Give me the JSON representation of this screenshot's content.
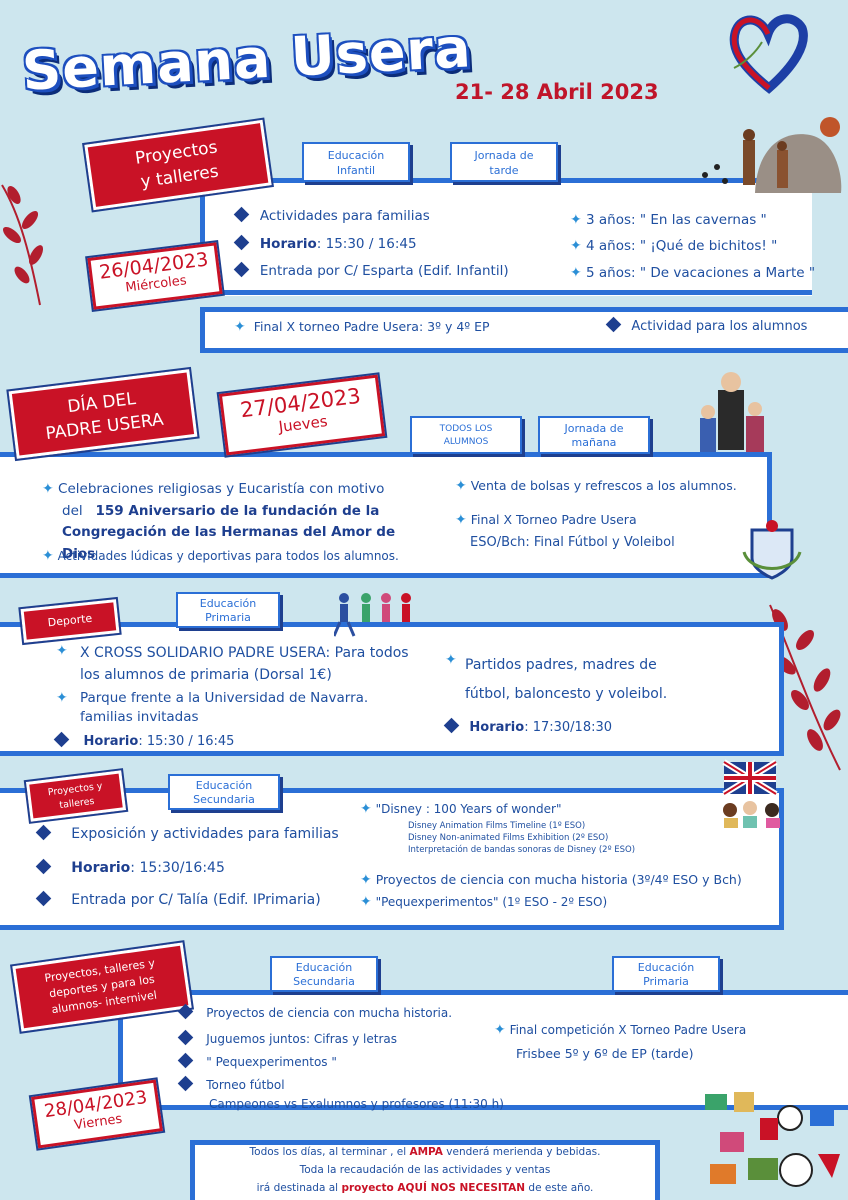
{
  "header": {
    "title": "Semana Usera",
    "dates": "21- 28 Abril 2023"
  },
  "s1": {
    "tag": [
      "Proyectos",
      "y talleres"
    ],
    "date": "26/04/2023",
    "day": "Miércoles",
    "chip1": [
      "Educación",
      "Infantil"
    ],
    "chip2": [
      "Jornada de",
      "tarde"
    ],
    "left": [
      "Actividades para  familias",
      "Horario",
      ": 15:30 / 16:45",
      "Entrada por C/ Esparta (Edif. Infantil)"
    ],
    "right": [
      "3 años: \" En las cavernas \"",
      "4 años: \" ¡Qué de bichitos! \"",
      "5 años: \" De vacaciones a Marte \""
    ],
    "bar": [
      "Final X torneo Padre Usera: 3º y 4º EP",
      "Actividad para los alumnos"
    ]
  },
  "s2": {
    "tag": [
      "DÍA DEL",
      "PADRE  USERA"
    ],
    "date": "27/04/2023",
    "day": "Jueves",
    "chip1": [
      "TODOS LOS",
      "ALUMNOS"
    ],
    "chip2": [
      "Jornada de",
      "mañana"
    ],
    "l1a": "Celebraciones religiosas y Eucaristía con motivo",
    "l1b": "del",
    "l1c": "159 Aniversario de la fundación de la",
    "l1d": "Congregación de las Hermanas del Amor de Dios",
    "l2": "Actividades lúdicas y deportivas para todos los alumnos.",
    "r1": "Venta de bolsas y refrescos a los alumnos.",
    "r2": "Final  X Torneo Padre Usera",
    "r3": "ESO/Bch: Final Fútbol y Voleibol"
  },
  "s3": {
    "tag": "Deporte",
    "chip": [
      "Educación",
      "Primaria"
    ],
    "l1": "X CROSS SOLIDARIO PADRE USERA: Para todos",
    "l2": "los alumnos de primaria (Dorsal 1€)",
    "l3": "Parque frente a la Universidad de Navarra.",
    "l4": "familias invitadas",
    "l5a": "Horario",
    "l5b": ": 15:30 / 16:45",
    "r1": "Partidos padres, madres de",
    "r2": "fútbol,  baloncesto y voleibol.",
    "r3a": "Horario",
    "r3b": ": 17:30/18:30"
  },
  "s4": {
    "tag": [
      "Proyectos y",
      "talleres"
    ],
    "chip": [
      "Educación",
      "Secundaria"
    ],
    "l1": "Exposición y actividades para  familias",
    "l2a": "Horario",
    "l2b": ": 15:30/16:45",
    "l3": "Entrada por C/ Talía (Edif. IPrimaria)",
    "r1": "\"Disney : 100 Years of wonder\"",
    "r1s": [
      "Disney Animation Films Timeline (1º ESO)",
      "Disney Non-animated Films Exhibition (2º ESO)",
      "Interpretación de bandas sonoras de Disney (2º ESO)"
    ],
    "r2": "Proyectos de ciencia con mucha historia (3º/4º ESO y Bch)",
    "r3": "\"Pequexperimentos\" (1º ESO - 2º ESO)"
  },
  "s5": {
    "tag": [
      "Proyectos, talleres y",
      "deportes  y para los",
      "alumnos- internivel"
    ],
    "date": "28/04/2023",
    "day": "Viernes",
    "chip1": [
      "Educación",
      "Secundaria"
    ],
    "chip2": [
      "Educación",
      "Primaria"
    ],
    "l1": "Proyectos de ciencia con mucha historia.",
    "l2": "Juguemos juntos: Cifras y letras",
    "l3": "\" Pequexperimentos \"",
    "l4": "Torneo  fútbol",
    "l5": "Campeones    vs   Exalumnos y profesores  (11:30 h)",
    "r1": "Final competición  X Torneo Padre Usera",
    "r2": "Frisbee 5º y 6º de EP (tarde)"
  },
  "footer": {
    "f1a": "Todos los días, al terminar , el",
    "f1b": "AMPA",
    "f1c": "venderá merienda y bebidas.",
    "f2": "Toda la recaudación de las actividades y ventas",
    "f3a": "irá destinada al",
    "f3b": "proyecto AQUÍ NOS NECESITAN",
    "f3c": "de este año."
  },
  "colors": {
    "background": "#cde6ee",
    "blue": "#2b6fd6",
    "red": "#c91226",
    "navy": "#1e3f8f"
  }
}
